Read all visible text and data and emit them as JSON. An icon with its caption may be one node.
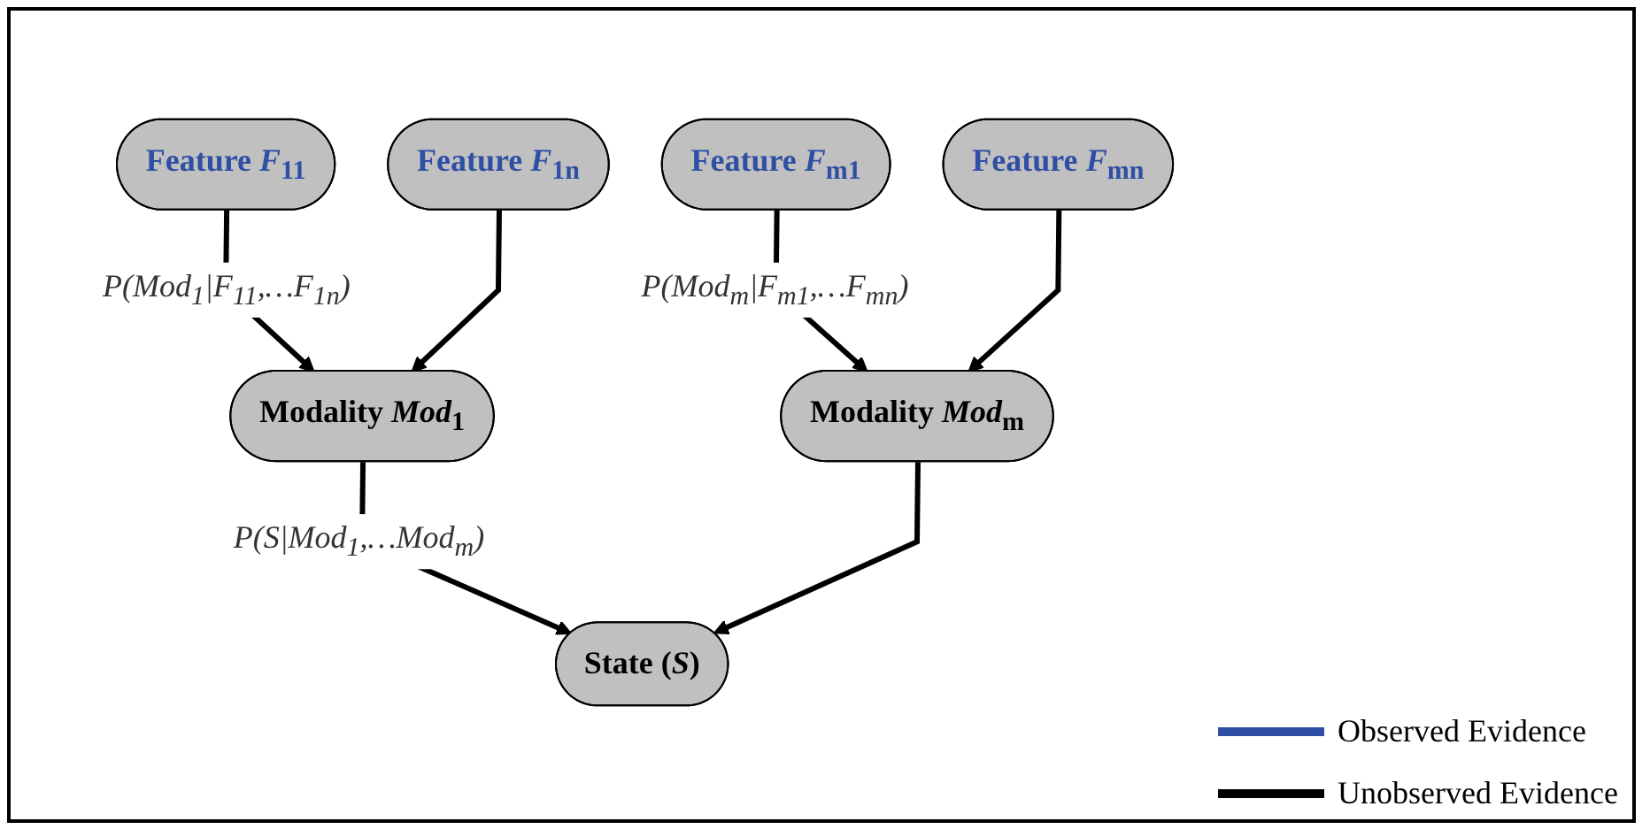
{
  "diagram": {
    "nodes": [
      {
        "text": [
          "Feature *F*$_{11}$"
        ]
      },
      {
        "text": [
          "Feature *F*$_{1n}$"
        ]
      },
      {
        "text": [
          "Feature *F*$_{m1}$"
        ]
      },
      {
        "text": [
          "Feature *F*$_{mn}$"
        ]
      },
      {
        "text": [
          "Modality *Mod*$_{1}$"
        ]
      },
      {
        "text": [
          "Modality *Mod*$_{m}$"
        ]
      },
      {
        "text": [
          "State (*S*)"
        ]
      }
    ],
    "edges": [
      {
        "from": 0,
        "to": 4,
        "arrow": "to",
        "label": "P(Mod$_{1}$|F$_{11}$,…F$_{1n}$)"
      },
      {
        "from": 1,
        "to": 4,
        "arrow": "to"
      },
      {
        "from": 2,
        "to": 5,
        "arrow": "to",
        "label": "P(Mod$_{m}$|F$_{m1}$,…F$_{mn}$)"
      },
      {
        "from": 3,
        "to": 5,
        "arrow": "to"
      },
      {
        "from": 4,
        "to": 6,
        "arrow": "to",
        "label": "P(S|Mod$_{1}$,…Mod$_{m}$)"
      },
      {
        "from": 5,
        "to": 6,
        "arrow": "to"
      }
    ],
    "legend": [
      {
        "text": "Observed Evidence"
      },
      {
        "text": "Unobserved Evidence"
      }
    ]
  }
}
